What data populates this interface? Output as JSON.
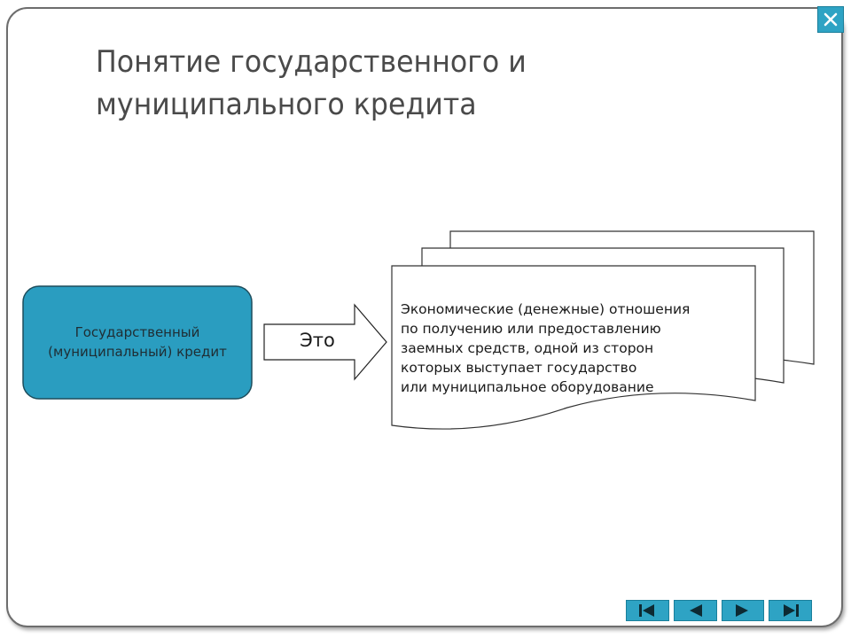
{
  "slide": {
    "title_lines": [
      "Понятие государственного и",
      "муниципального кредита"
    ]
  },
  "diagram": {
    "source_node": {
      "lines": [
        "Государственный",
        "(муниципальный) кредит"
      ],
      "fill_color": "#2a9dc0"
    },
    "arrow_label": "Это",
    "definition": {
      "lines": [
        "Экономические (денежные) отношения",
        "по получению или предоставлению",
        "заемных средств, одной из сторон",
        "которых выступает государство",
        "или муниципальное оборудование"
      ]
    }
  },
  "controls": {
    "close_icon": "close-icon",
    "nav_buttons": [
      "first-slide-icon",
      "previous-slide-icon",
      "next-slide-icon",
      "last-slide-icon"
    ],
    "accent_color": "#2ea3c4"
  }
}
